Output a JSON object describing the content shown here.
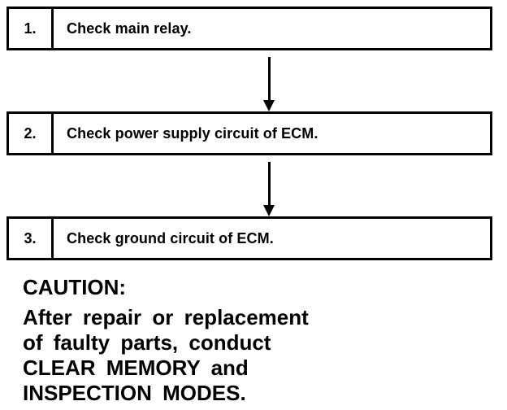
{
  "steps": [
    {
      "number": "1.",
      "text": "Check main relay."
    },
    {
      "number": "2.",
      "text": "Check power supply circuit of ECM."
    },
    {
      "number": "3.",
      "text": "Check ground circuit of ECM."
    }
  ],
  "caution": {
    "title": "CAUTION:",
    "lines": [
      "After repair or replacement",
      "of faulty parts, conduct",
      "CLEAR MEMORY and",
      "INSPECTION MODES."
    ]
  }
}
